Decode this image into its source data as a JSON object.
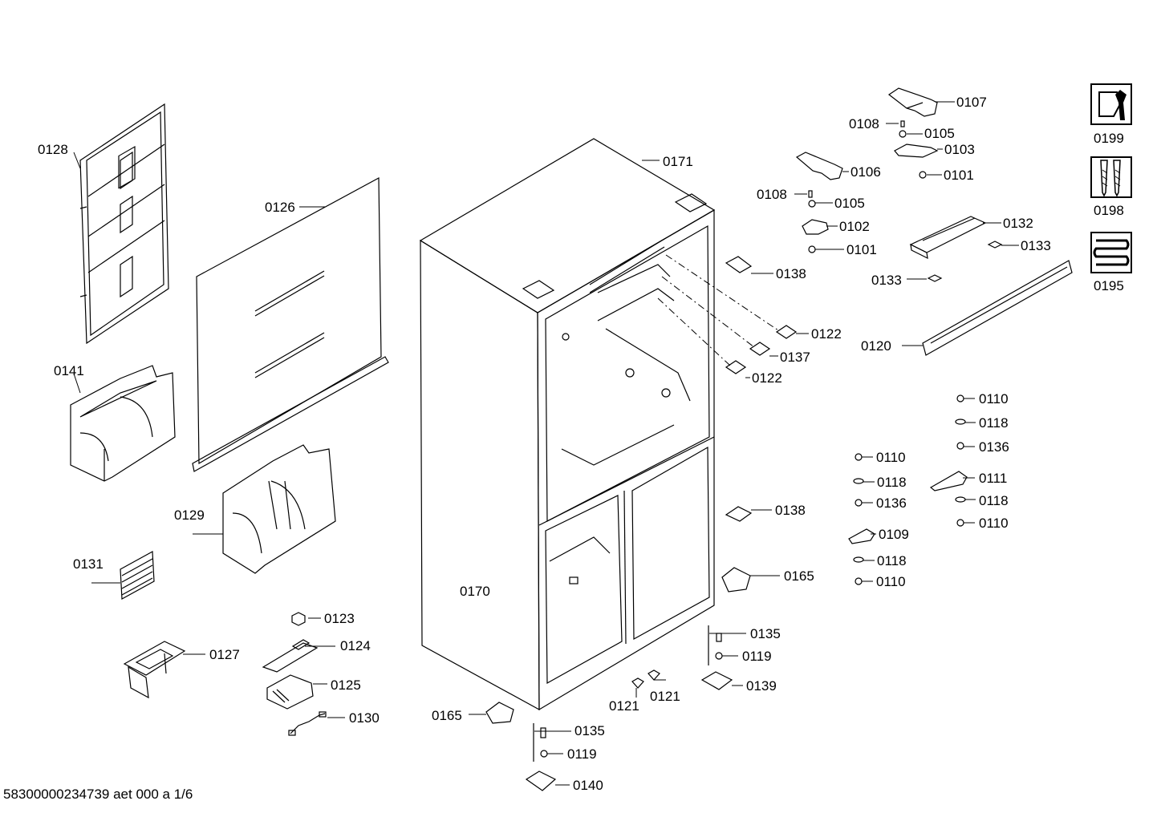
{
  "document": {
    "footer": "58300000234739 aet 000 a 1/6"
  },
  "labels": {
    "p0107": "0107",
    "p0108a": "0108",
    "p0105a": "0105",
    "p0103": "0103",
    "p0106": "0106",
    "p0101a": "0101",
    "p0108b": "0108",
    "p0105b": "0105",
    "p0102": "0102",
    "p0101b": "0101",
    "p0132": "0132",
    "p0133a": "0133",
    "p0133b": "0133",
    "p0120": "0120",
    "p0128": "0128",
    "p0126": "0126",
    "p0171": "0171",
    "p0138a": "0138",
    "p0122a": "0122",
    "p0137": "0137",
    "p0122b": "0122",
    "p0141": "0141",
    "p0129": "0129",
    "p0131": "0131",
    "p0170": "0170",
    "p0123": "0123",
    "p0124": "0124",
    "p0127": "0127",
    "p0125": "0125",
    "p0130": "0130",
    "p0165a": "0165",
    "p0165b": "0165",
    "p0138b": "0138",
    "p0135a": "0135",
    "p0119a": "0119",
    "p0139": "0139",
    "p0121a": "0121",
    "p0121b": "0121",
    "p0135b": "0135",
    "p0119b": "0119",
    "p0140": "0140",
    "p0110a": "0110",
    "p0118a": "0118",
    "p0136a": "0136",
    "p0111": "0111",
    "p0118b": "0118",
    "p0110b": "0110",
    "p0110c": "0110",
    "p0118c": "0118",
    "p0136b": "0136",
    "p0109": "0109",
    "p0118d": "0118",
    "p0110d": "0110",
    "p0199": "0199",
    "p0198": "0198",
    "p0195": "0195"
  },
  "icons": [
    "tool-kit-icon",
    "screw-set-icon",
    "condenser-coil-icon"
  ]
}
